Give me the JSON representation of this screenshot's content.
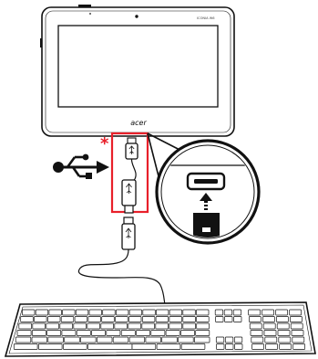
{
  "tablet": {
    "brand_text": "acer",
    "model_text": "ICONIA W6"
  },
  "callout": {
    "marker": "*",
    "marker_color": "#e8202a",
    "highlight_color": "#e8202a"
  },
  "icons": {
    "usb": "usb-trident-icon",
    "plug": "usb-plug-icon",
    "port": "micro-usb-port-icon",
    "arrow": "insert-arrow-icon"
  },
  "keyboard": {
    "rows": 6
  }
}
